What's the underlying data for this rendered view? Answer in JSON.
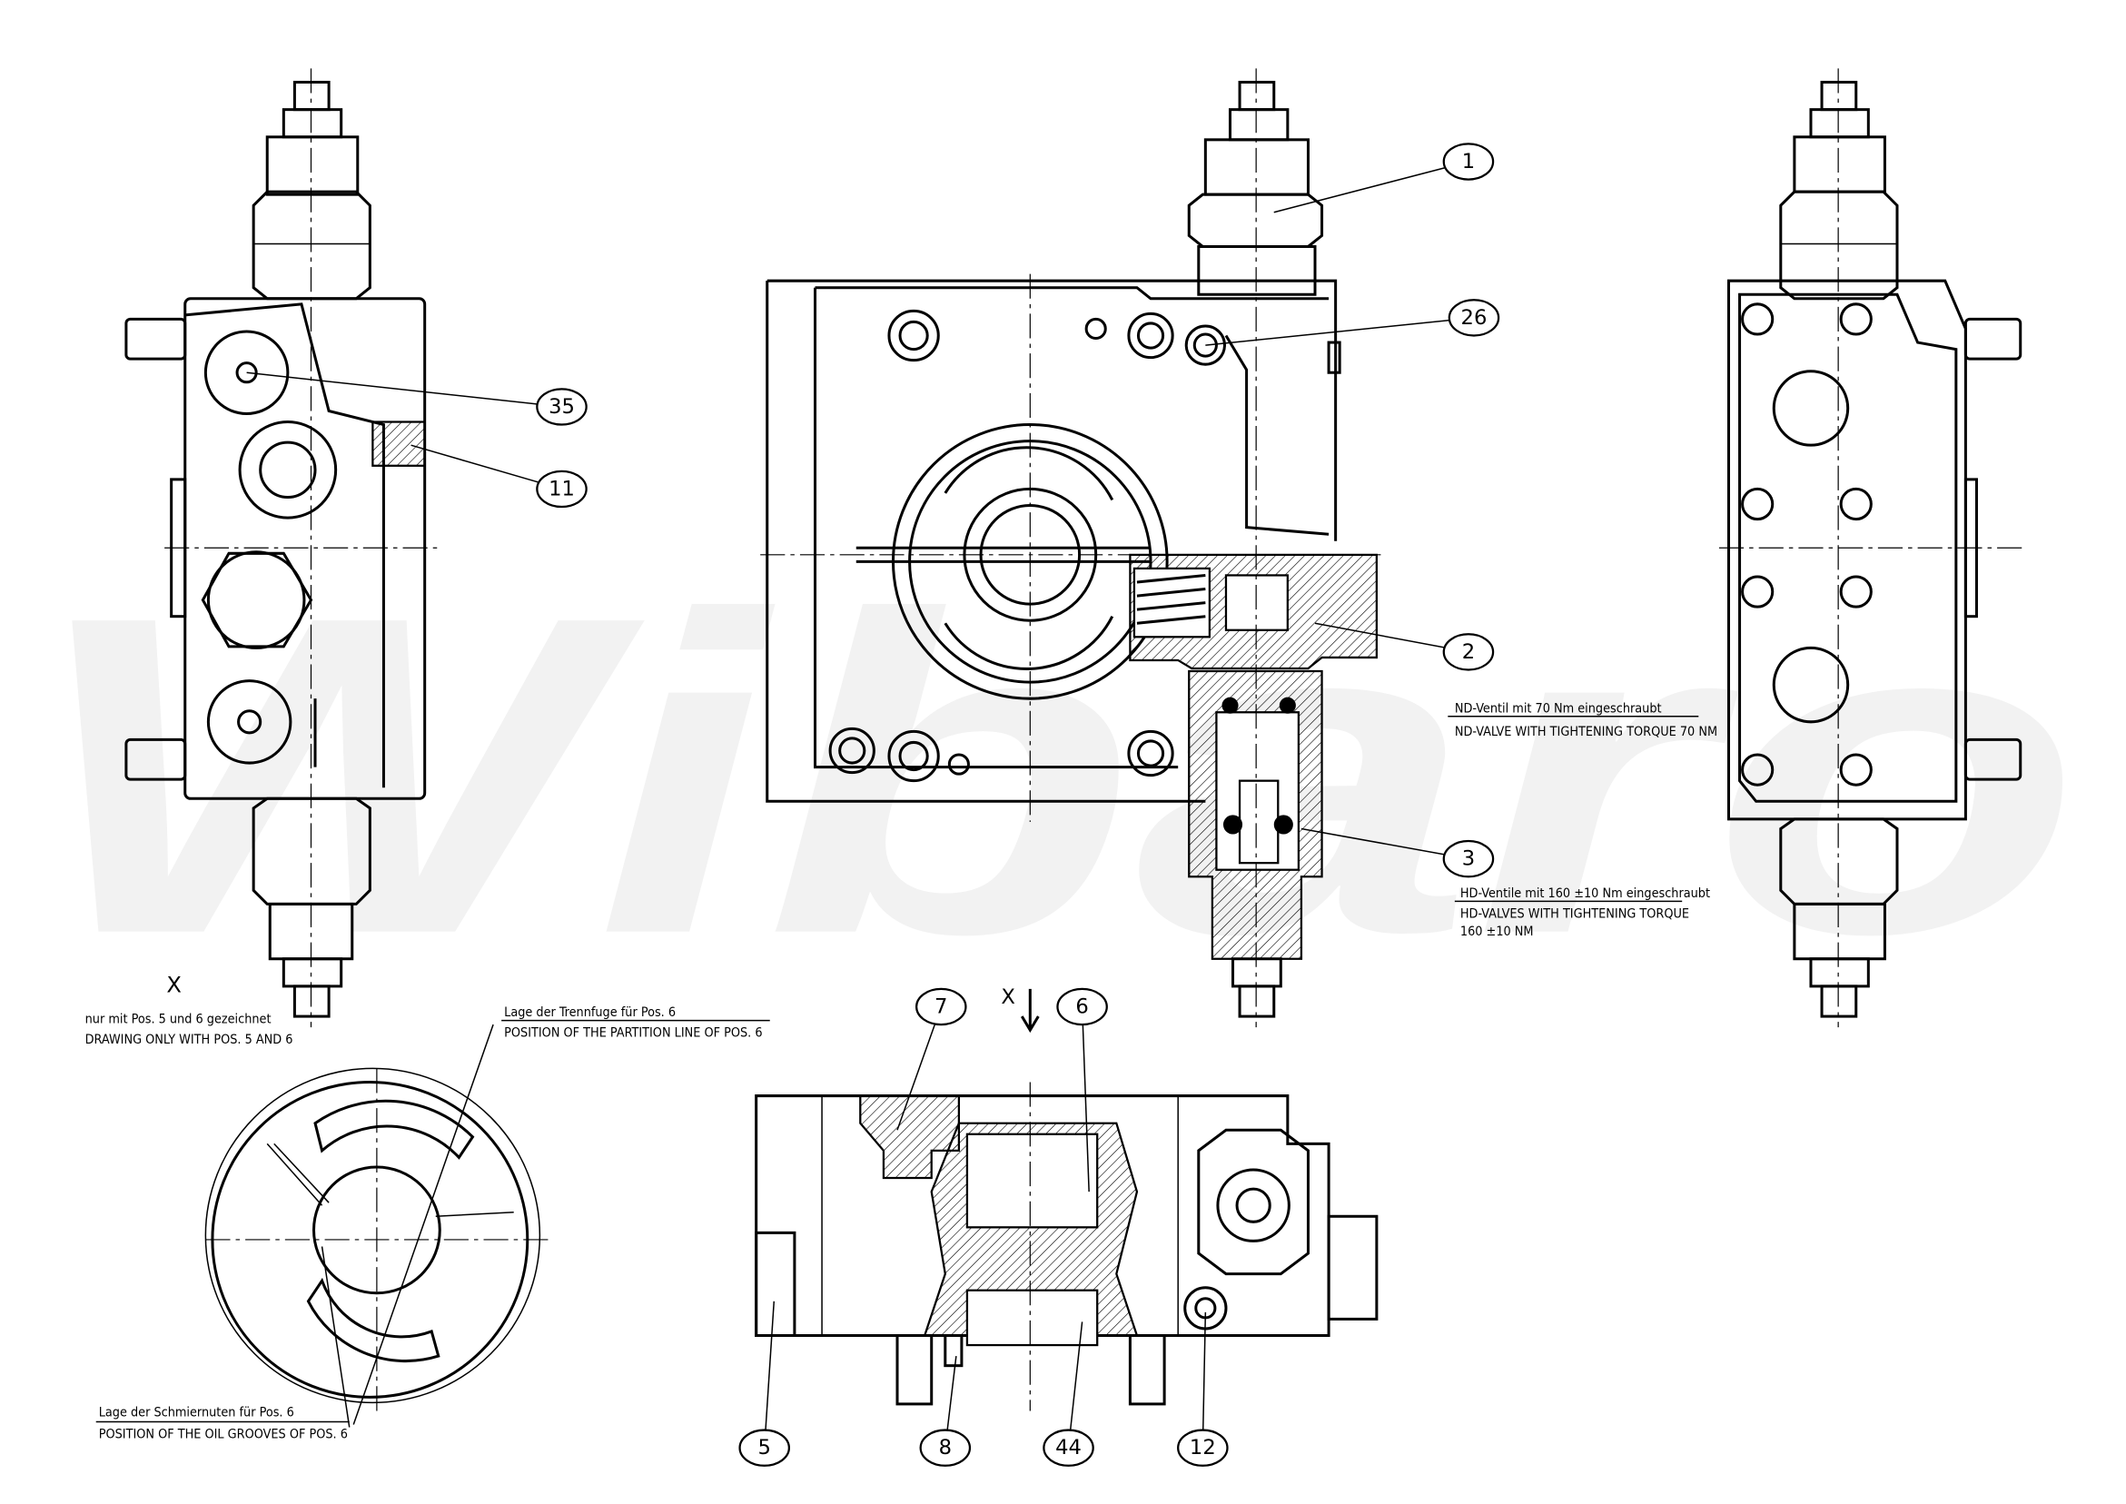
{
  "watermark": "Wibaro",
  "balloons": [
    "1",
    "26",
    "35",
    "11",
    "2",
    "3",
    "7",
    "6",
    "5",
    "8",
    "44",
    "12"
  ],
  "view_label_x": "X",
  "arrow_label_x": "X",
  "notes": {
    "x_view_de": "nur mit Pos. 5 und 6 gezeichnet",
    "x_view_en": "DRAWING ONLY WITH POS. 5 AND 6",
    "partition_de": "Lage der Trennfuge für Pos. 6",
    "partition_en": "POSITION OF THE PARTITION LINE OF POS. 6",
    "grooves_de": "Lage der Schmiernuten für Pos. 6",
    "grooves_en": "POSITION OF THE OIL GROOVES OF POS. 6",
    "nd_de": "ND-Ventil mit 70 Nm eingeschraubt",
    "nd_en": "ND-VALVE WITH TIGHTENING TORQUE 70 NM",
    "hd_de": "HD-Ventile mit 160 ±10 Nm eingeschraubt",
    "hd_en_1": "HD-VALVES WITH TIGHTENING TORQUE",
    "hd_en_2": "160 ±10 NM"
  }
}
